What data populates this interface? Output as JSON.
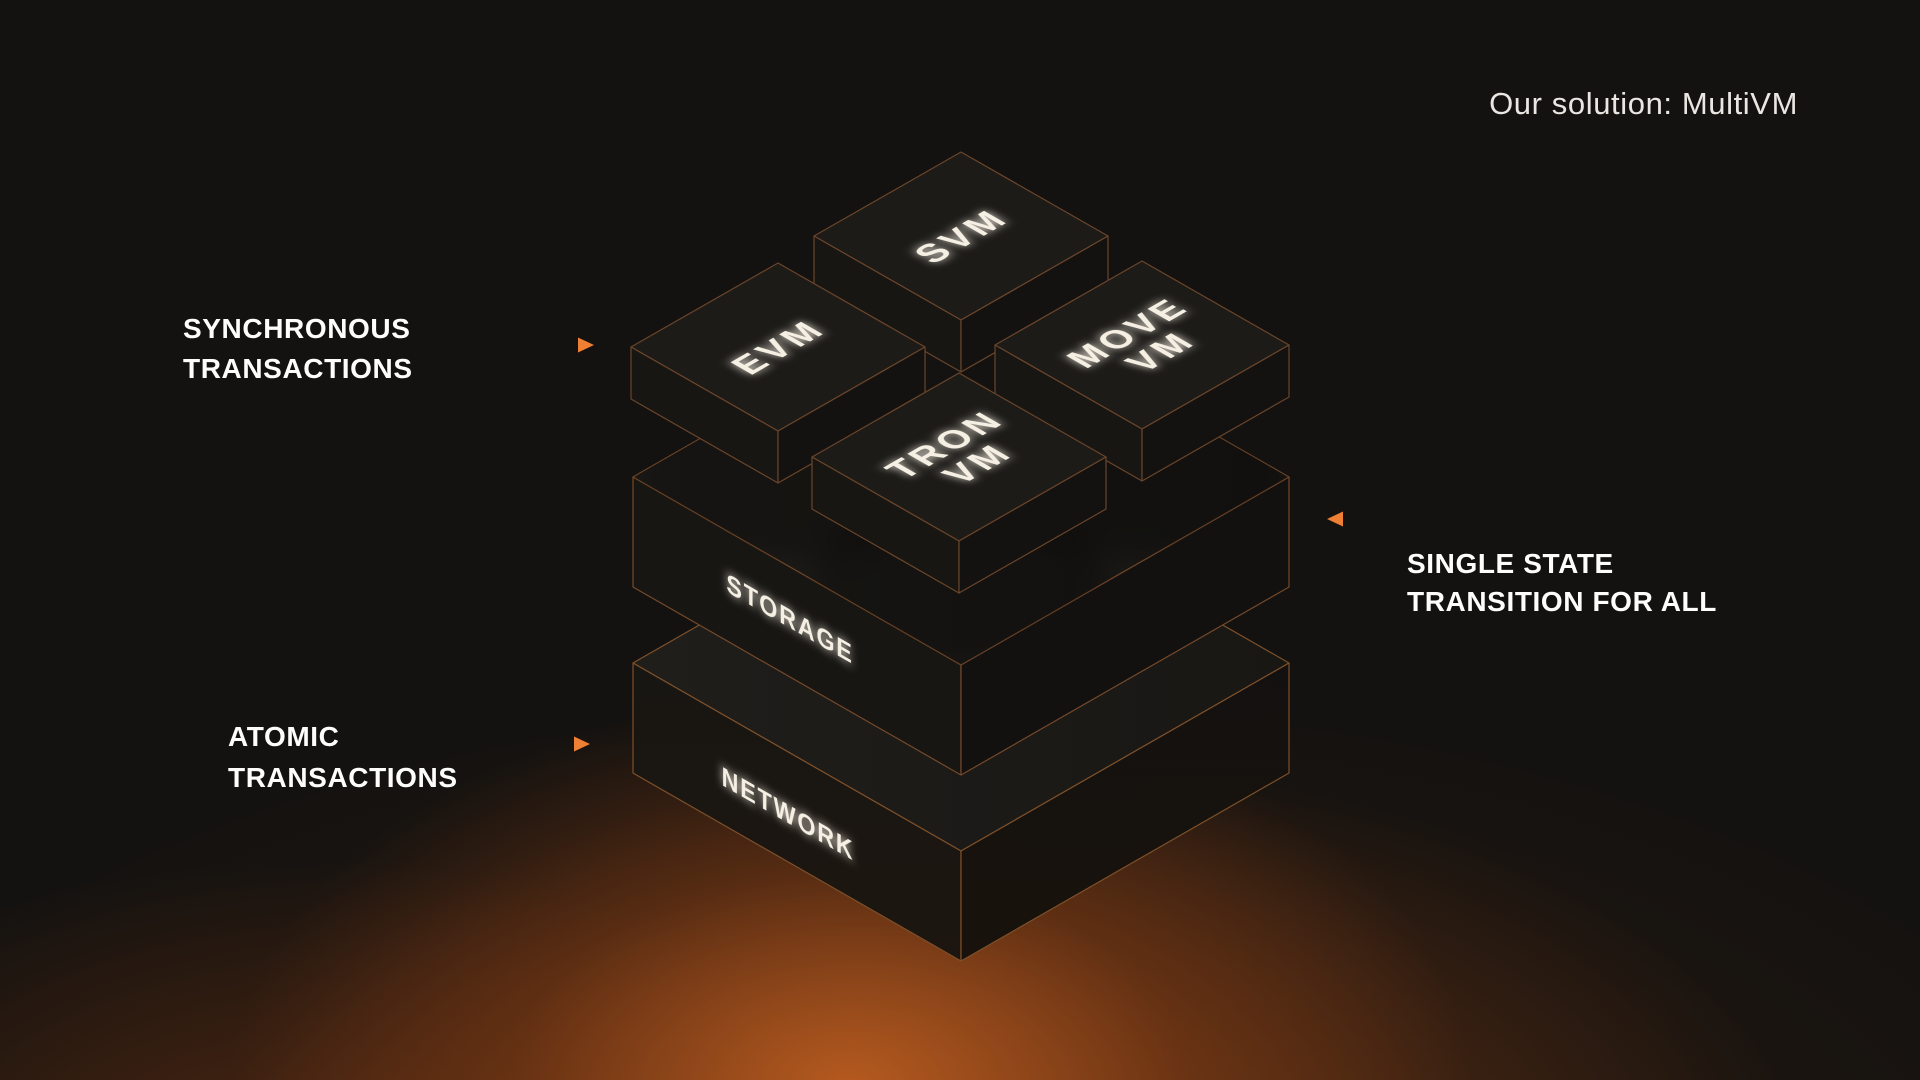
{
  "slide": {
    "title": "Our solution: MultiVM"
  },
  "annotations": {
    "synchronous": {
      "line1": "SYNCHRONOUS",
      "line2": "TRANSACTIONS"
    },
    "atomic": {
      "line1": "ATOMIC",
      "line2": "TRANSACTIONS"
    },
    "single_state": {
      "line1": "SINGLE STATE",
      "line2": "TRANSITION FOR ALL"
    }
  },
  "diagram": {
    "vm_blocks": [
      {
        "id": "svm",
        "label": "SVM"
      },
      {
        "id": "evm",
        "label": "EVM"
      },
      {
        "id": "move-vm",
        "line1": "MOVE",
        "line2": "VM"
      },
      {
        "id": "tron-vm",
        "line1": "TRON",
        "line2": "VM"
      }
    ],
    "layers": [
      {
        "id": "storage",
        "label": "STORAGE"
      },
      {
        "id": "network",
        "label": "NETWORK"
      }
    ]
  },
  "colors": {
    "background": "#141210",
    "glow_orange": "#a8541e",
    "accent_orange": "#e8762e",
    "edge_line": "#6f4828",
    "annotation_text": "#fdfdfc",
    "block_text": "#f6f0e4",
    "title_text": "#eae7e3"
  }
}
